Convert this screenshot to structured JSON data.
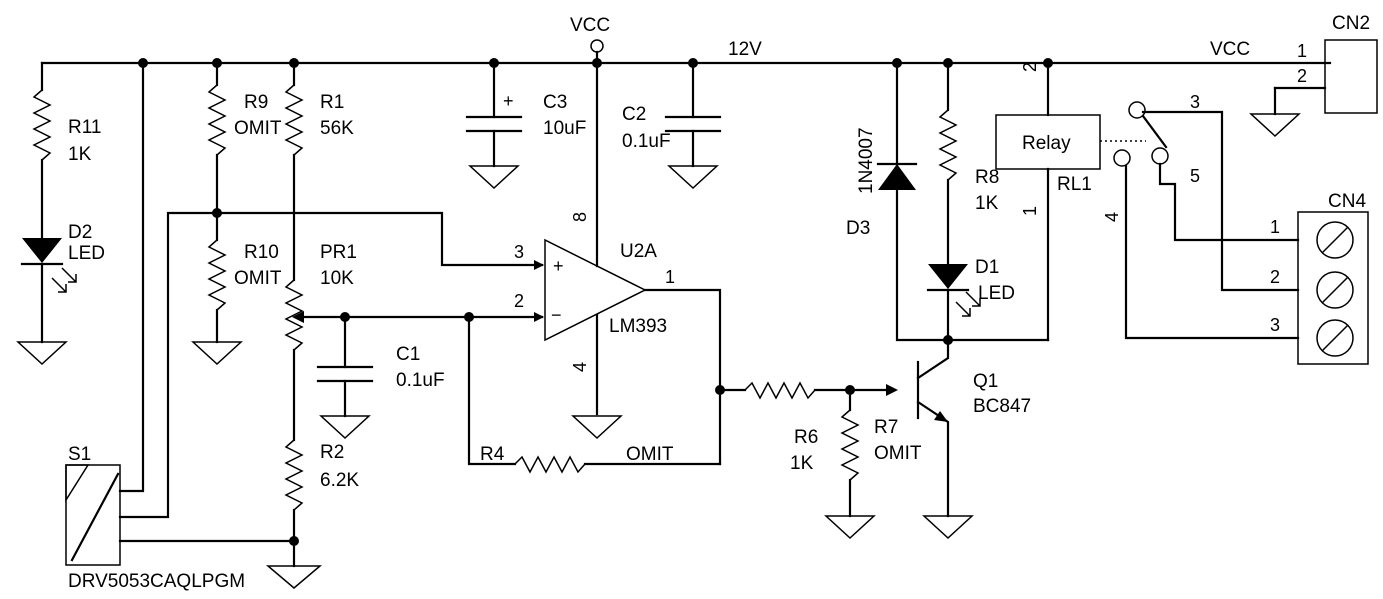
{
  "nets": {
    "vcc_top": "VCC",
    "v12": "12V",
    "vcc_right": "VCC"
  },
  "components": {
    "R11": {
      "ref": "R11",
      "value": "1K"
    },
    "D2": {
      "ref": "D2",
      "value": "LED"
    },
    "R9": {
      "ref": "R9",
      "value": "OMIT"
    },
    "R10": {
      "ref": "R10",
      "value": "OMIT"
    },
    "R1": {
      "ref": "R1",
      "value": "56K"
    },
    "PR1": {
      "ref": "PR1",
      "value": "10K"
    },
    "R2": {
      "ref": "R2",
      "value": "6.2K"
    },
    "C1": {
      "ref": "C1",
      "value": "0.1uF"
    },
    "C3": {
      "ref": "C3",
      "value": "10uF",
      "polarity": "+"
    },
    "C2": {
      "ref": "C2",
      "value": "0.1uF"
    },
    "U2A": {
      "ref": "U2A",
      "value": "LM393",
      "pins": {
        "plus": "3",
        "minus": "2",
        "out": "1",
        "vplus": "8",
        "vminus": "4"
      },
      "plus_sign": "+",
      "minus_sign": "−"
    },
    "R4": {
      "ref": "R4",
      "value": "OMIT"
    },
    "R6": {
      "ref": "R6",
      "value": "1K"
    },
    "R7": {
      "ref": "R7",
      "value": "OMIT"
    },
    "Q1": {
      "ref": "Q1",
      "value": "BC847"
    },
    "D3": {
      "ref": "D3",
      "value": "1N4007"
    },
    "R8": {
      "ref": "R8",
      "value": "1K"
    },
    "D1": {
      "ref": "D1",
      "value": "LED"
    },
    "RL1": {
      "ref": "RL1",
      "label": "Relay",
      "pins": {
        "p1": "1",
        "p2": "2",
        "p3": "3",
        "p4": "4",
        "p5": "5"
      }
    },
    "CN2": {
      "ref": "CN2",
      "pins": [
        "1",
        "2"
      ]
    },
    "CN4": {
      "ref": "CN4",
      "pins": [
        "1",
        "2",
        "3"
      ]
    },
    "S1": {
      "ref": "S1",
      "value": "DRV5053CAQLPGM"
    }
  }
}
